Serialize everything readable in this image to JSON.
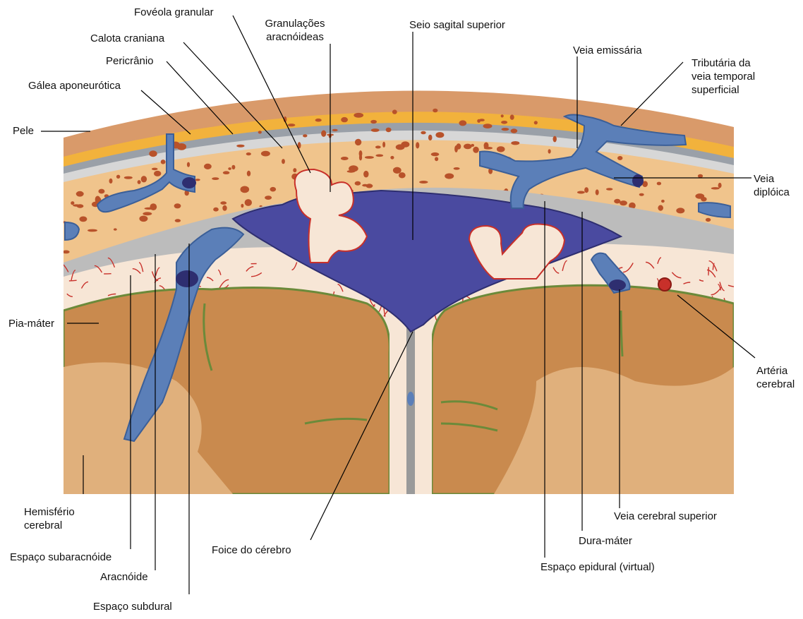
{
  "colors": {
    "skin": "#d99a6a",
    "fat": "#f2b23c",
    "bone": "#f0c48c",
    "marrow": "#b8522a",
    "sinus": "#4a4aa0",
    "vein": "#5b7fb8",
    "dura": "#bcbcbc",
    "arachnoid_bg": "#f7e6d6",
    "vessel_red": "#c8302a",
    "pia": "#6b8a3a",
    "brain": "#c98a4e",
    "white_matter": "#e0b07c"
  },
  "labels": {
    "foveola": "Fovéola granular",
    "granulacoes_1": "Granulações",
    "granulacoes_2": "aracnóideas",
    "seio": "Seio sagital superior",
    "calota": "Calota craniana",
    "pericranio": "Pericrânio",
    "galea": "Gálea aponeurótica",
    "pele": "Pele",
    "veia_emissaria": "Veia emissária",
    "tributaria_1": "Tributária da",
    "tributaria_2": "veia temporal",
    "tributaria_3": "superficial",
    "diploica_1": "Veia",
    "diploica_2": "diplóica",
    "pia": "Pia-máter",
    "arteria_1": "Artéria",
    "arteria_2": "cerebral",
    "hemisferio_1": "Hemisfério",
    "hemisferio_2": "cerebral",
    "subaracnoide": "Espaço subaracnóide",
    "aracnoide": "Aracnóide",
    "subdural": "Espaço subdural",
    "foice": "Foice do cérebro",
    "veia_cerebral_sup": "Veia cerebral superior",
    "dura": "Dura-máter",
    "epidural": "Espaço epidural (virtual)"
  }
}
